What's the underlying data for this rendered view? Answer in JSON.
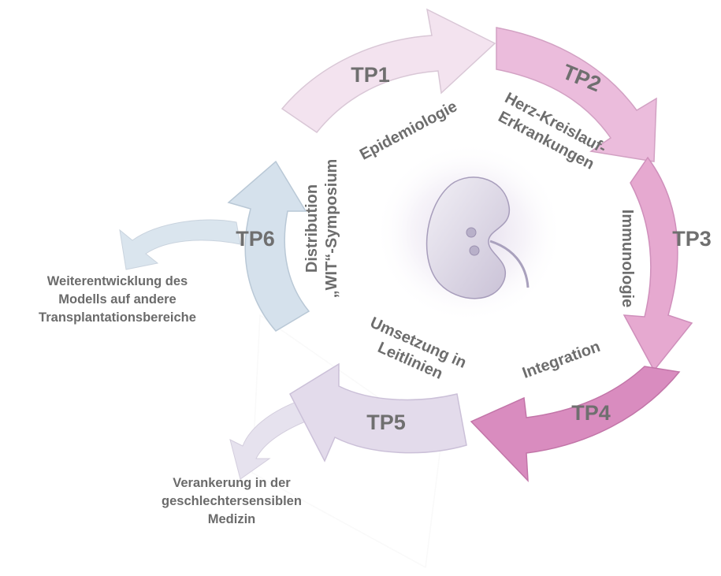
{
  "segments": [
    {
      "label": "TP1",
      "topic": "Epidemiologie",
      "fill": "#f3e3ef"
    },
    {
      "label": "TP2",
      "topic_lines": [
        "Herz-Kreislauf-",
        "Erkrankungen"
      ],
      "fill": "#ebbcdc"
    },
    {
      "label": "TP3",
      "topic": "Immunologie",
      "fill": "#e6a9d0"
    },
    {
      "label": "TP4",
      "topic": "Integration",
      "fill": "#d98cbf"
    },
    {
      "label": "TP5",
      "topic_lines": [
        "Umsetzung in",
        "Leitlinien"
      ],
      "fill": "#e3dbeb"
    },
    {
      "label": "TP6",
      "topic_lines": [
        "Distribution",
        "„WIT“-Symposium"
      ],
      "fill": "#d5e1ec"
    }
  ],
  "outputs": {
    "tp6_output": [
      "Weiterentwicklung des",
      "Modells auf andere",
      "Transplantationsbereiche"
    ],
    "tp5_output": [
      "Verankerung in der",
      "geschlechtersensiblen",
      "Medizin"
    ]
  },
  "center_image": "kidney-illustration",
  "colors": {
    "text": "#6f6f6f",
    "tp6_branch": "#dae5ee",
    "tp5_branch": "#e6e2ee"
  }
}
